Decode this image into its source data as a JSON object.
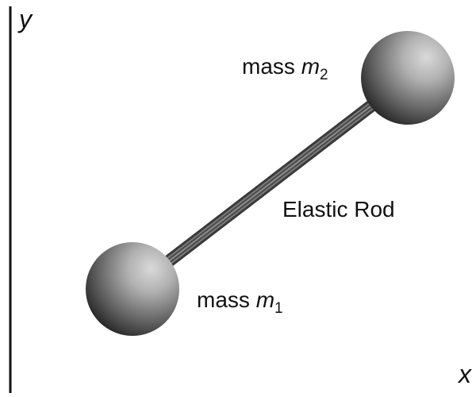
{
  "axes": {
    "y_label": "y",
    "x_label": "x"
  },
  "mass1": {
    "prefix": "mass",
    "symbol": "m",
    "subscript": "1"
  },
  "mass2": {
    "prefix": "mass",
    "symbol": "m",
    "subscript": "2"
  },
  "rod": {
    "label": "Elastic Rod"
  }
}
